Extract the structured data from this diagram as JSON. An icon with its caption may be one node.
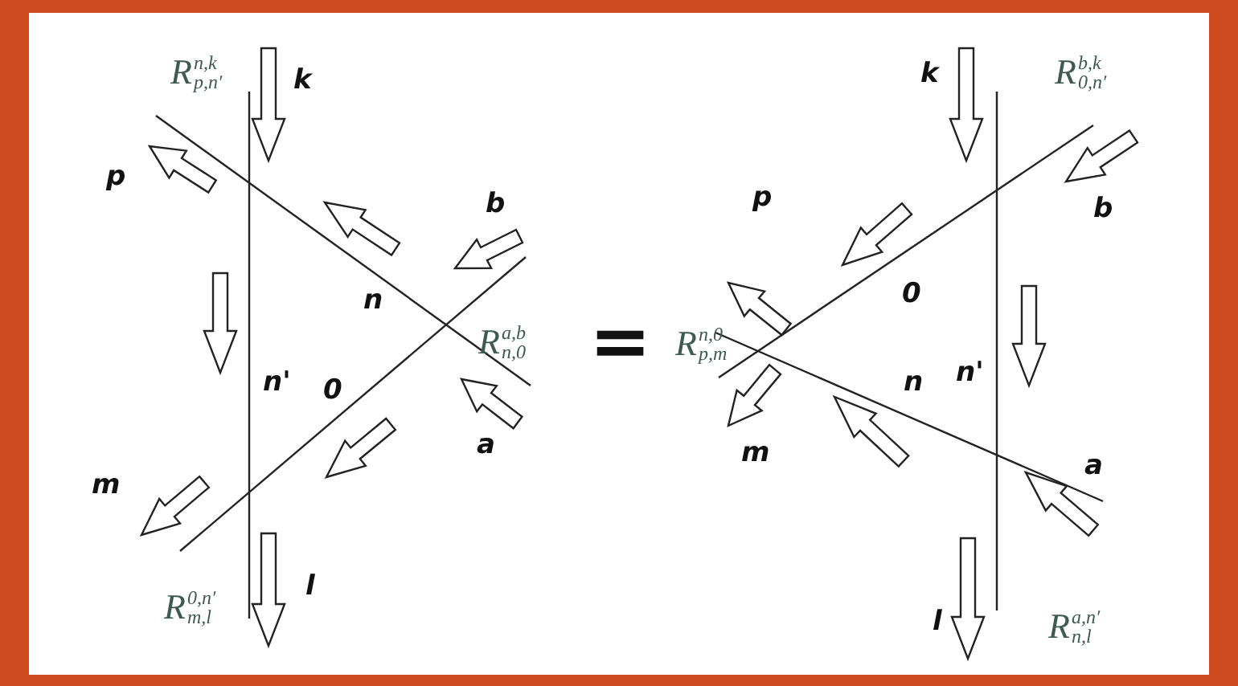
{
  "diagram": {
    "labels": [
      "R$^{n,k}$$_{p,n′}$",
      "k",
      "p",
      "b",
      "n",
      "n'",
      "0",
      "R$^{a,b}$$_{n,0}$",
      "a",
      "m",
      "l",
      "R$^{0,n′}$$_{m,l}$",
      "=",
      "k",
      "R$^{b,k}$$_{0,n′}$",
      "p",
      "b",
      "0",
      "R$^{n,0}$$_{p,m}$",
      "n'",
      "n",
      "m",
      "a",
      "l",
      "R$^{a,n′}$$_{n,l}$"
    ]
  }
}
